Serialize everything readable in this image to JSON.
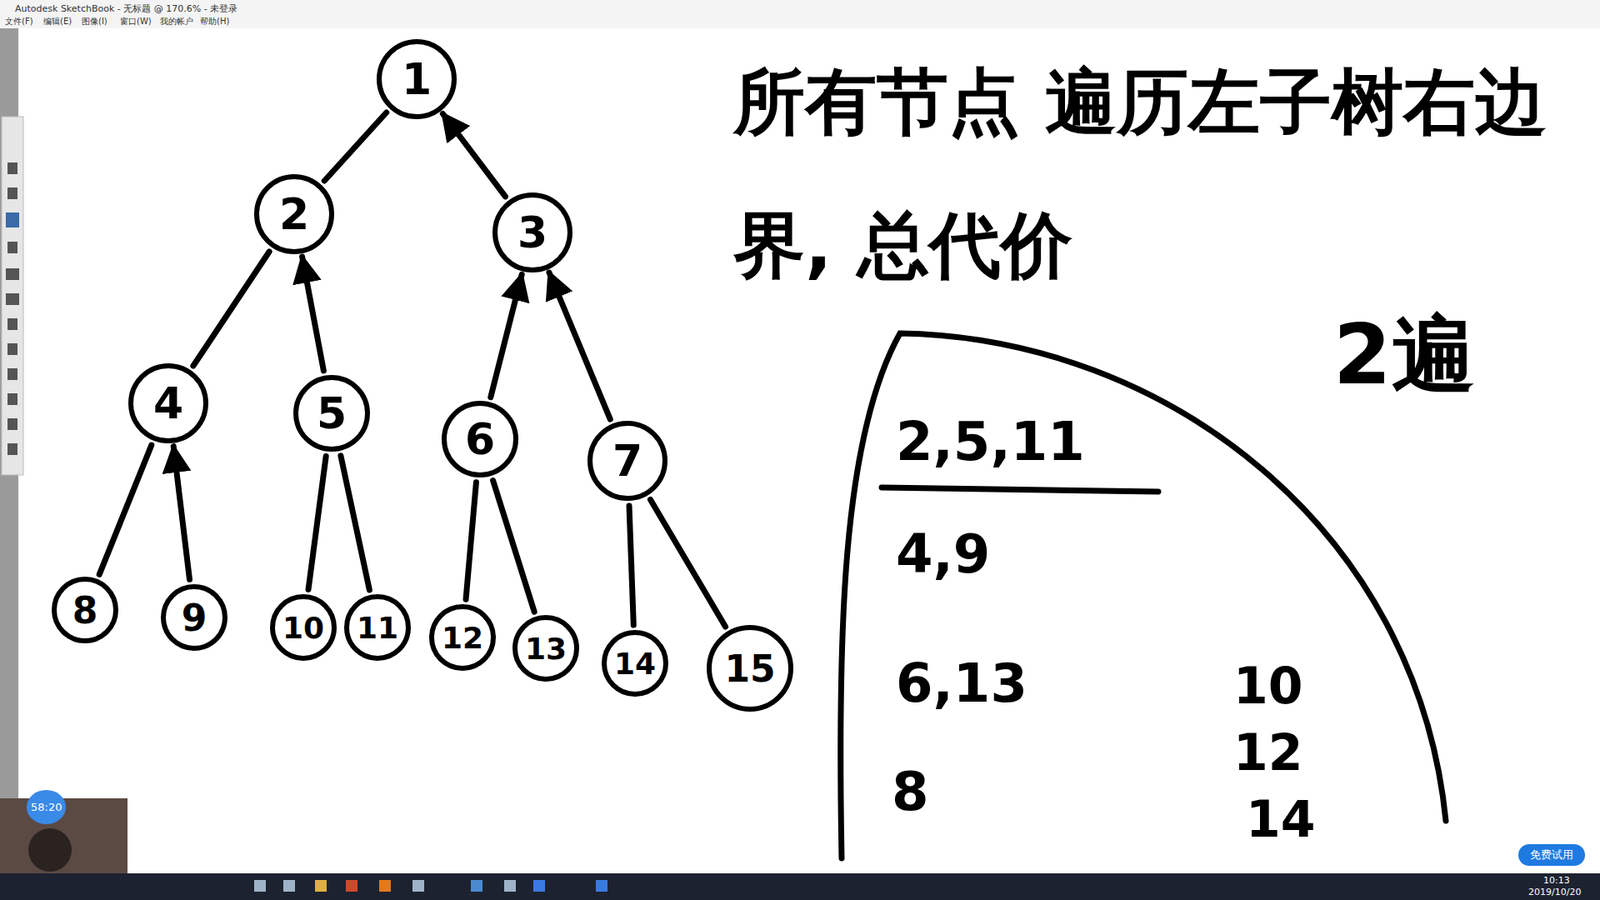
{
  "diagram": {
    "nodes": [
      {
        "text": [
          "1"
        ]
      },
      {
        "text": [
          "2"
        ]
      },
      {
        "text": [
          "3"
        ]
      },
      {
        "text": [
          "4"
        ]
      },
      {
        "text": [
          "5"
        ]
      },
      {
        "text": [
          "6"
        ]
      },
      {
        "text": [
          "7"
        ]
      },
      {
        "text": [
          "8"
        ]
      },
      {
        "text": [
          "9"
        ]
      },
      {
        "text": [
          "10"
        ]
      },
      {
        "text": [
          "11"
        ]
      },
      {
        "text": [
          "12"
        ]
      },
      {
        "text": [
          "13"
        ]
      },
      {
        "text": [
          "14"
        ]
      },
      {
        "text": [
          "15"
        ]
      },
      {
        "text": [
          "2,5,11",
          "4,9",
          "6,13",
          "8",
          "10",
          "12",
          "14"
        ]
      }
    ],
    "edges": [
      {
        "from": 0,
        "to": 1,
        "arrow": "none"
      },
      {
        "from": 2,
        "to": 0,
        "arrow": "to"
      },
      {
        "from": 1,
        "to": 3,
        "arrow": "none"
      },
      {
        "from": 4,
        "to": 1,
        "arrow": "to"
      },
      {
        "from": 5,
        "to": 2,
        "arrow": "to"
      },
      {
        "from": 6,
        "to": 2,
        "arrow": "to"
      },
      {
        "from": 3,
        "to": 7,
        "arrow": "none"
      },
      {
        "from": 8,
        "to": 3,
        "arrow": "to"
      },
      {
        "from": 4,
        "to": 9,
        "arrow": "none"
      },
      {
        "from": 4,
        "to": 10,
        "arrow": "none"
      },
      {
        "from": 5,
        "to": 11,
        "arrow": "none"
      },
      {
        "from": 5,
        "to": 12,
        "arrow": "none"
      },
      {
        "from": 6,
        "to": 13,
        "arrow": "none"
      },
      {
        "from": 6,
        "to": 14,
        "arrow": "none"
      }
    ],
    "labels": [
      "Autodesk SketchBook - 无标题 @ 170.6% - 未登录",
      "文件(F)",
      "编辑(E)",
      "图像(I)",
      "窗口(W)",
      "我的帐户",
      "帮助(H)",
      "所有节点 遍历左子树右边界, 总代价",
      "2遍",
      "58:20",
      "免费试用",
      "10:13",
      "2019/10/20"
    ]
  }
}
